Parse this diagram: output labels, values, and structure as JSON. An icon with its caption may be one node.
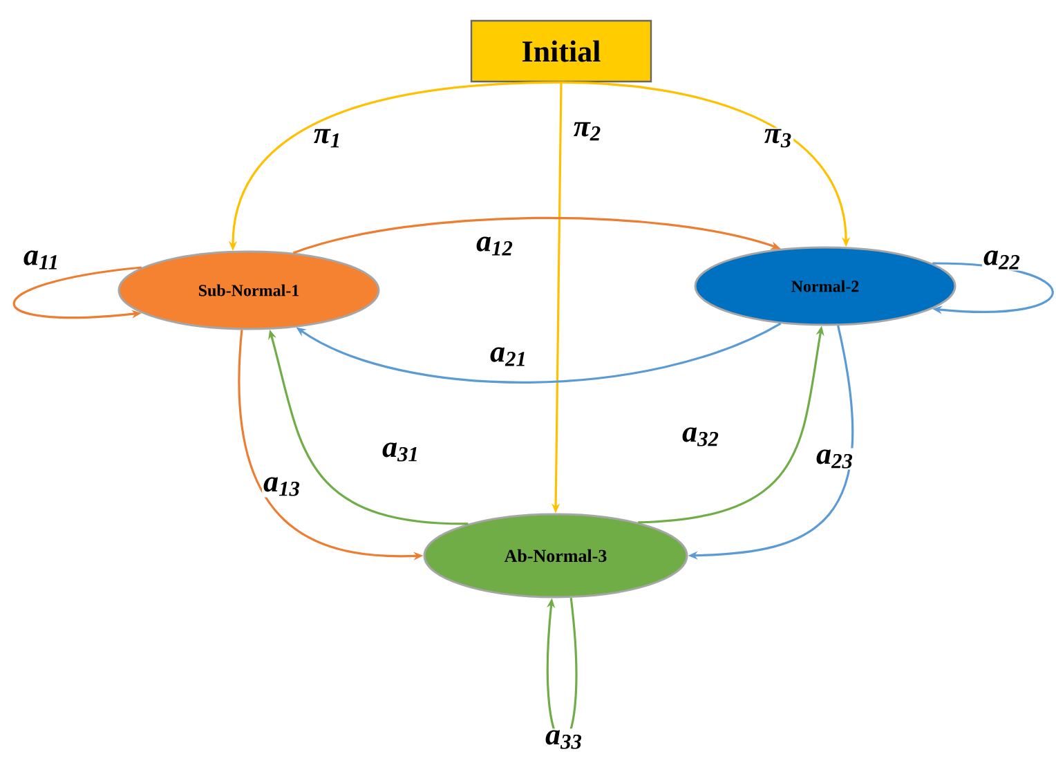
{
  "diagram": {
    "nodes": [
      {
        "text": [
          "Initial"
        ]
      },
      {
        "text": [
          "Sub-Normal-1"
        ]
      },
      {
        "text": [
          "Normal-2"
        ]
      },
      {
        "text": [
          "Ab-Normal-3"
        ]
      }
    ],
    "edges": [
      {
        "from": 0,
        "to": 1,
        "arrow": "to",
        "label": "π$_{1}$",
        "color": "#ffc000"
      },
      {
        "from": 0,
        "to": 3,
        "arrow": "to",
        "label": "π$_{2}$",
        "color": "#ffc000"
      },
      {
        "from": 0,
        "to": 2,
        "arrow": "to",
        "label": "π$_{3}$",
        "color": "#ffc000"
      },
      {
        "from": 1,
        "to": 1,
        "arrow": "to",
        "label": "a$_{11}$",
        "color": "#ed7d31"
      },
      {
        "from": 1,
        "to": 2,
        "arrow": "to",
        "label": "a$_{12}$",
        "color": "#ed7d31"
      },
      {
        "from": 2,
        "to": 2,
        "arrow": "to",
        "label": "a$_{22}$",
        "color": "#5b9bd5"
      },
      {
        "from": 2,
        "to": 1,
        "arrow": "to",
        "label": "a$_{21}$",
        "color": "#5b9bd5"
      },
      {
        "from": 3,
        "to": 1,
        "arrow": "to",
        "label": "a$_{31}$",
        "color": "#70ad47"
      },
      {
        "from": 3,
        "to": 2,
        "arrow": "to",
        "label": "a$_{32}$",
        "color": "#70ad47"
      },
      {
        "from": 2,
        "to": 3,
        "arrow": "to",
        "label": "a$_{23}$",
        "color": "#5b9bd5"
      },
      {
        "from": 1,
        "to": 3,
        "arrow": "to",
        "label": "a$_{13}$",
        "color": "#ed7d31"
      },
      {
        "from": 3,
        "to": 3,
        "arrow": "to",
        "label": "a$_{33}$",
        "color": "#70ad47"
      }
    ]
  }
}
